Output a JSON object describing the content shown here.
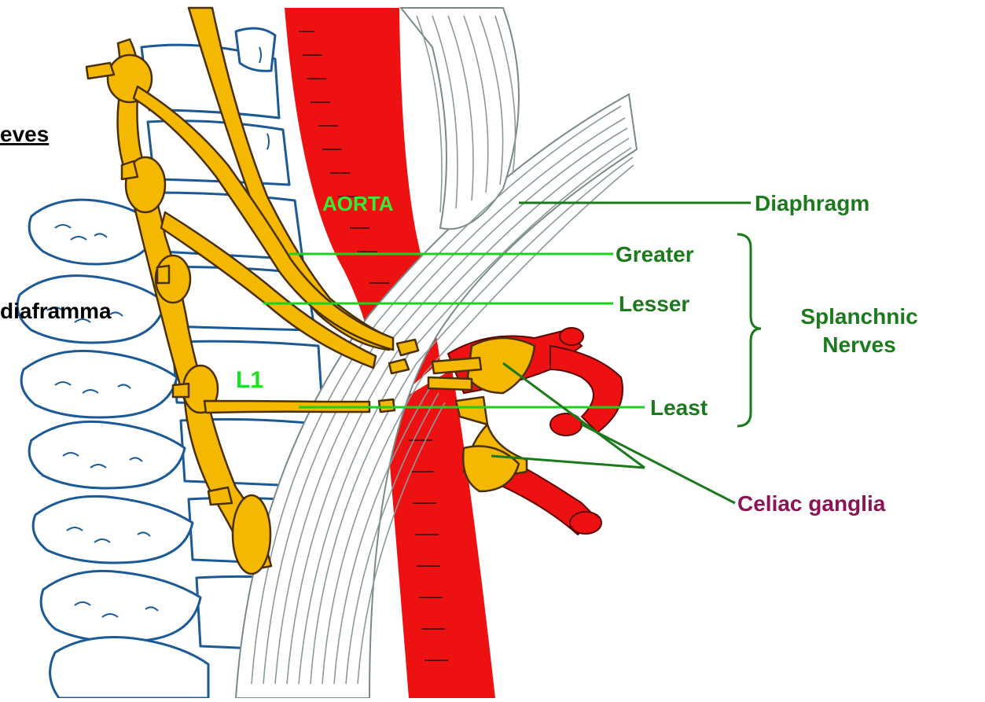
{
  "labels": {
    "header_fragment": "eves",
    "side_fragment": "diaframma",
    "aorta": "AORTA",
    "l1": "L1",
    "diaphragm": "Diaphragm",
    "greater": "Greater",
    "lesser": "Lesser",
    "least": "Least",
    "splanchnic_line1": "Splanchnic",
    "splanchnic_line2": "Nerves",
    "celiac": "Celiac ganglia"
  },
  "colors": {
    "nerve": "#f5b800",
    "artery": "#ee1111",
    "vertebra_line": "#1b5a96",
    "muscle_line": "#8a9a9a",
    "label_green": "#1b7a1b",
    "leader_green": "#1fd11f",
    "celiac_label": "#8a1455"
  }
}
